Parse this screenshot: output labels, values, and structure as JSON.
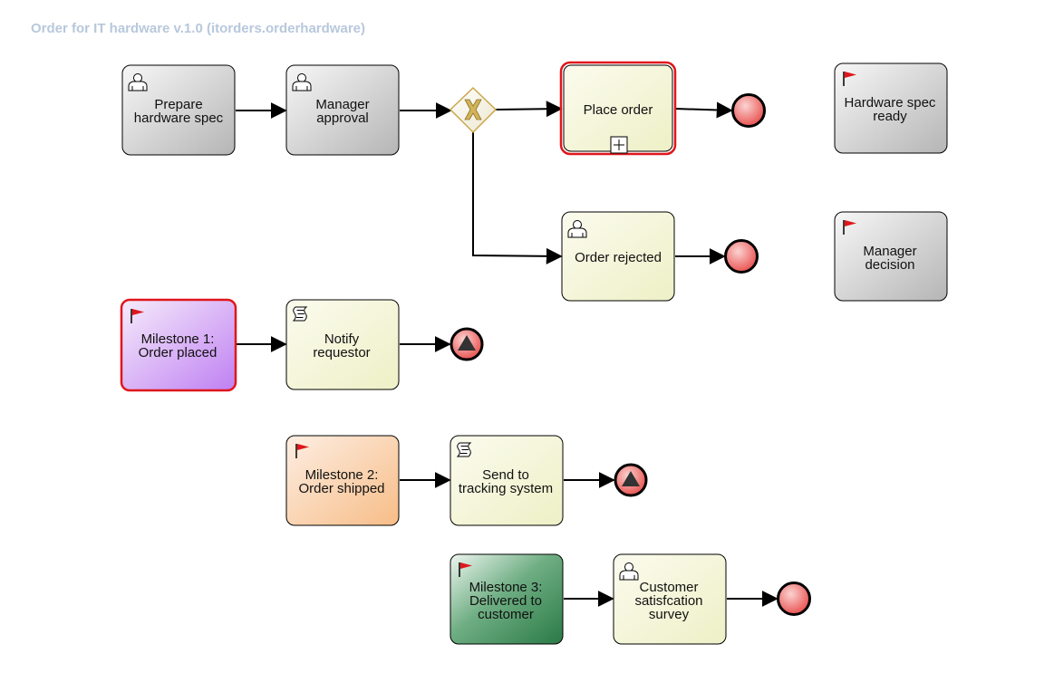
{
  "diagram": {
    "title": "Order for IT hardware v.1.0 (itorders.orderhardware)"
  },
  "nodes": {
    "prepare_spec": {
      "line1": "Prepare",
      "line2": "hardware spec",
      "icon": "user-task-icon"
    },
    "manager_approval": {
      "line1": "Manager",
      "line2": "approval",
      "icon": "user-task-icon"
    },
    "place_order": {
      "label": "Place order",
      "icon": "subprocess-expand-icon"
    },
    "order_rejected": {
      "label": "Order rejected",
      "icon": "user-task-icon"
    },
    "hw_spec_ready": {
      "line1": "Hardware spec",
      "line2": "ready",
      "icon": "flag-icon"
    },
    "manager_decision": {
      "line1": "Manager",
      "line2": "decision",
      "icon": "flag-icon"
    },
    "milestone1": {
      "line1": "Milestone 1:",
      "line2": "Order placed",
      "icon": "flag-icon"
    },
    "notify_requestor": {
      "line1": "Notify",
      "line2": "requestor",
      "icon": "script-task-icon"
    },
    "milestone2": {
      "line1": "Milestone 2:",
      "line2": "Order shipped",
      "icon": "flag-icon"
    },
    "send_tracking": {
      "line1": "Send to",
      "line2": "tracking system",
      "icon": "script-task-icon"
    },
    "milestone3": {
      "line1": "Milestone 3:",
      "line2": "Delivered to",
      "line3": "customer",
      "icon": "flag-icon"
    },
    "customer_survey": {
      "line1": "Customer",
      "line2": "satisfcation",
      "line3": "survey",
      "icon": "user-task-icon"
    }
  },
  "colors": {
    "task_gray_dark": "#b8b8b8",
    "task_yellow": "#f3f3cf",
    "highlight_red": "#e0161b",
    "end_event": "#e8504f",
    "gateway": "#c9a64a"
  }
}
